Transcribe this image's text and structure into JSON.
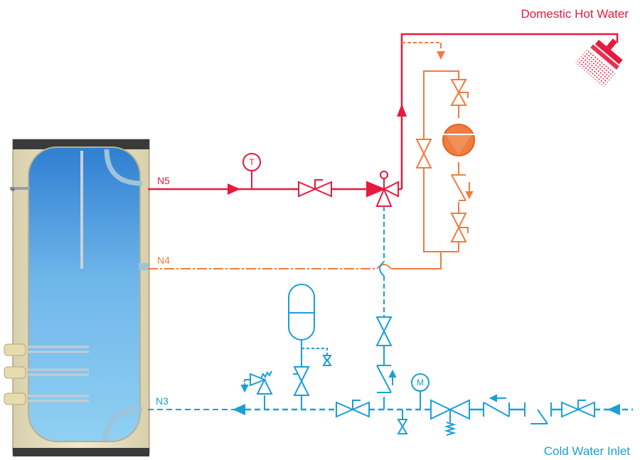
{
  "labels": {
    "domestic_hot_water": "Domestic Hot Water",
    "cold_water_inlet": "Cold Water Inlet"
  },
  "nodes": {
    "n5": "N5",
    "n4": "N4",
    "n3": "N3"
  },
  "gauges": {
    "thermometer": "T",
    "manometer": "M"
  },
  "colors": {
    "hot": "#e8193c",
    "circulation": "#f07c3e",
    "cold": "#1a9fd8",
    "tank_water": "#7ec3ea",
    "tank_shell": "#e9e2c2"
  }
}
